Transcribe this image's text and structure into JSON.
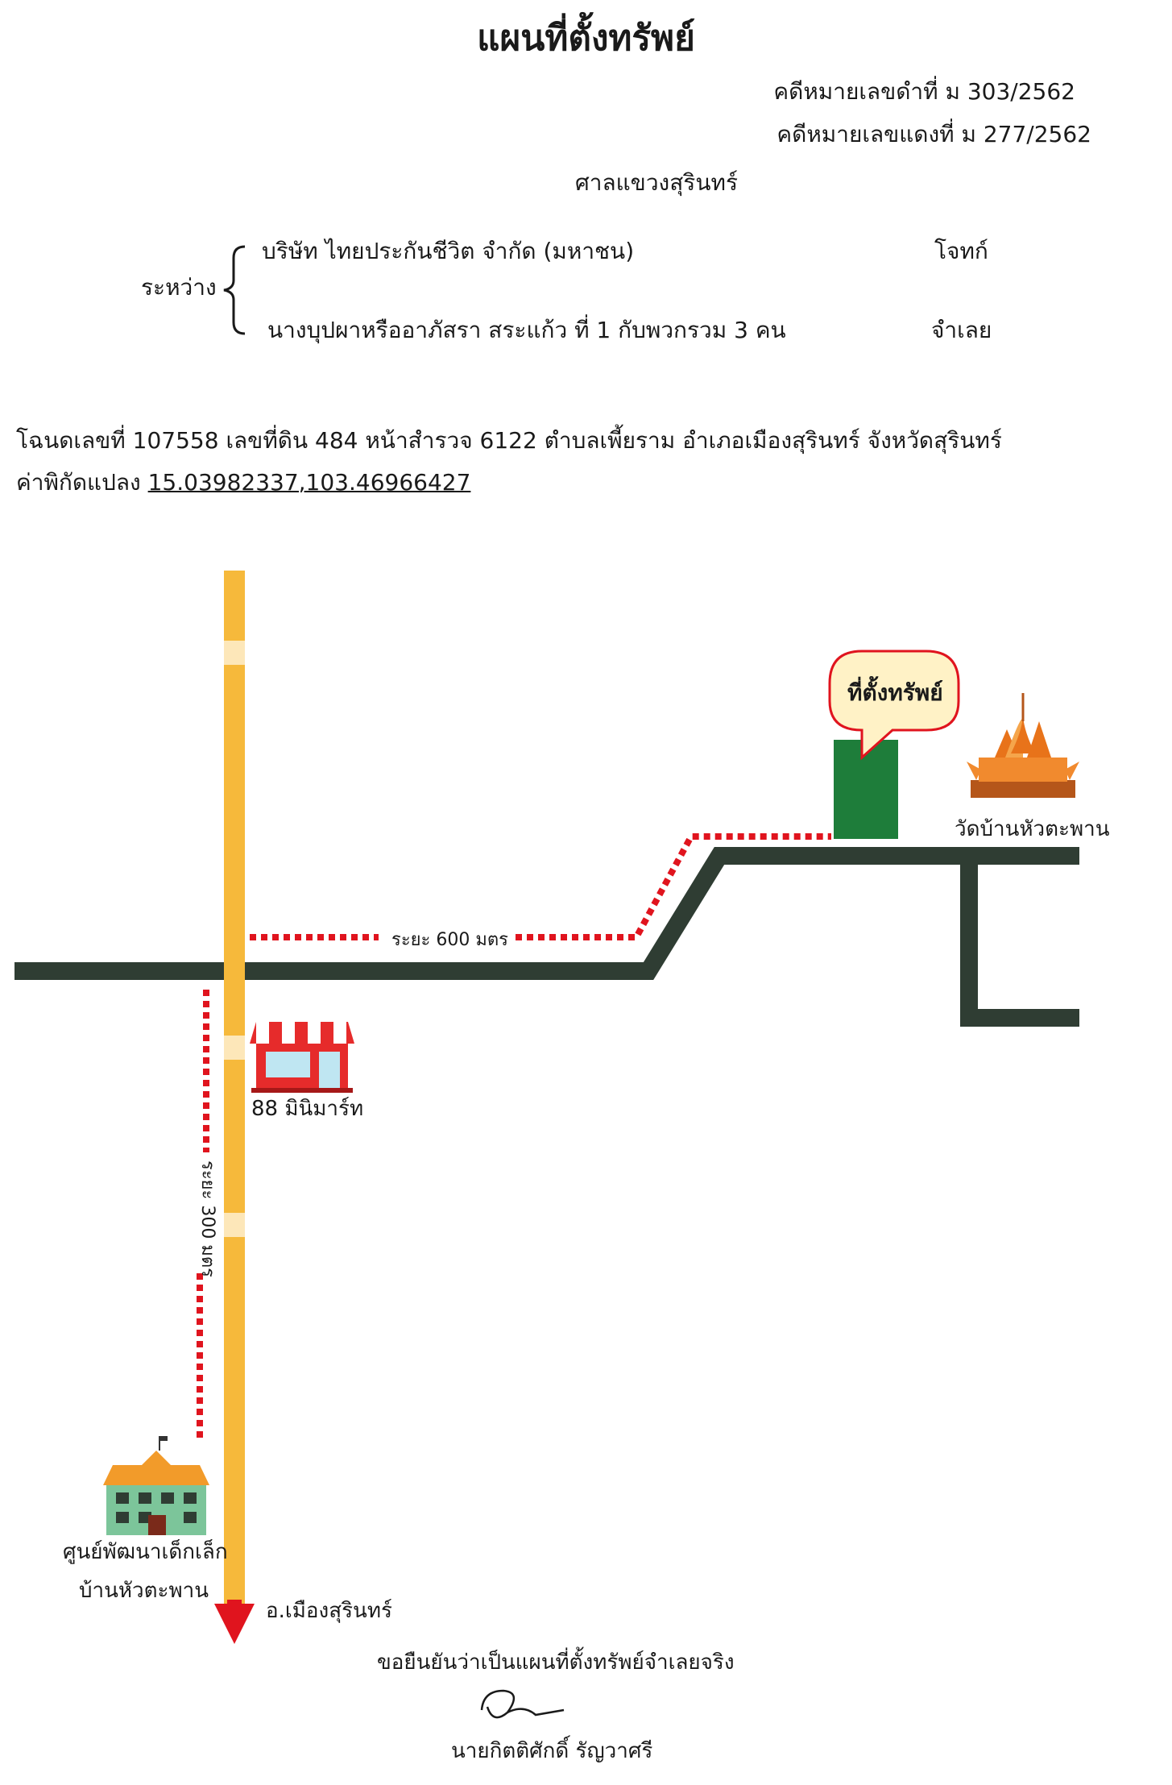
{
  "header": {
    "title": "แผนที่ตั้งทรัพย์",
    "black_case": "คดีหมายเลขดำที่  ม 303/2562",
    "red_case": "คดีหมายเลขแดงที่  ม 277/2562",
    "court": "ศาลแขวงสุรินทร์"
  },
  "parties": {
    "between_label": "ระหว่าง",
    "plaintiff_name": "บริษัท ไทยประกันชีวิต จำกัด (มหาชน)",
    "plaintiff_role": "โจทก์",
    "defendant_name": "นางบุปผาหรืออาภัสรา สระแก้ว ที่ 1 กับพวกรวม 3 คน",
    "defendant_role": "จำเลย"
  },
  "deed": {
    "line": "โฉนดเลขที่ 107558 เลขที่ดิน  484 หน้าสำรวจ 6122  ตำบลเพี้ยราม อำเภอเมืองสุรินทร์ จังหวัดสุรินทร์",
    "coord_label": "ค่าพิกัดแปลง",
    "coord_value": "15.03982337,103.46966427"
  },
  "map": {
    "property_label": "ที่ตั้งทรัพย์",
    "temple_label": "วัดบ้านหัวตะพาน",
    "distance_horizontal": "ระยะ 600 มตร",
    "distance_vertical": "ระยะ 300 มตร",
    "shop_label": "88 มินิมาร์ท",
    "school_label_line1": "ศูนย์พัฒนาเด็กเล็ก",
    "school_label_line2": "บ้านหัวตะพาน",
    "direction_label": "อ.เมืองสุรินทร์",
    "icons": [
      "speech-bubble-icon",
      "temple-icon",
      "shop-icon",
      "school-icon",
      "arrow-down-icon"
    ],
    "colors": {
      "road_dark": "#2f3d33",
      "road_yellow": "#f6b93b",
      "route_red": "#e0141e",
      "property_green": "#1e7d3a",
      "bubble_fill": "#fff2c6",
      "bubble_stroke": "#e0141e",
      "temple_orange": "#e8731a",
      "shop_red": "#e62b2b",
      "school_green": "#7cc59a"
    }
  },
  "footer": {
    "certification": "ขอยืนยันว่าเป็นแผนที่ตั้งทรัพย์จำเลยจริง",
    "signer": "นายกิตติศักดิ์ รัญวาศรี"
  }
}
